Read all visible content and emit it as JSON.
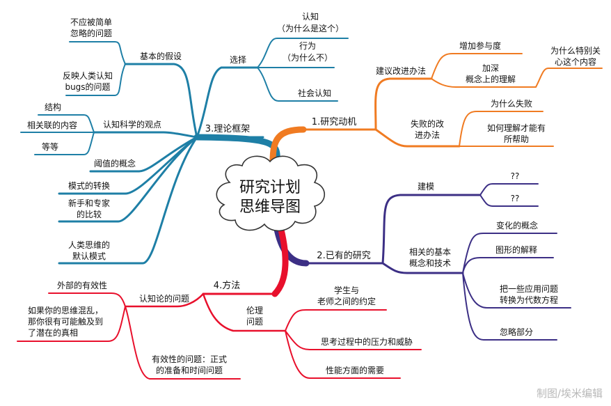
{
  "center": {
    "line1": "研究计划",
    "line2": "思维导图"
  },
  "colors": {
    "teal": "#1e7fa6",
    "orange": "#f07b22",
    "purple": "#3c2f85",
    "red": "#e8102c"
  },
  "branch1": {
    "title": "1.研究动机",
    "sub1": {
      "label": "建议改进办法",
      "items": [
        "增加参与度",
        "加深",
        "概念上的理解",
        "为什么特别关",
        "心这个内容"
      ]
    },
    "sub2": {
      "label1": "失败的改",
      "label2": "进办法",
      "items": [
        "为什么失败",
        "如何理解才能有",
        "所帮助"
      ]
    }
  },
  "branch2": {
    "title": "2.已有的研究",
    "sub1": {
      "label": "建模",
      "items": [
        "??",
        "??"
      ]
    },
    "sub2": {
      "label1": "相关的基本",
      "label2": "概念和技术",
      "items": [
        "变化的概念",
        "图形的解释",
        "把一些应用问题",
        "转换为代数方程",
        "忽略部分"
      ]
    }
  },
  "branch3": {
    "title": "3.理论框架",
    "choice": {
      "label": "选择",
      "items": [
        "认知",
        "（为什么是这个）",
        "行为",
        "（为什么不）",
        "社会认知"
      ]
    },
    "assume": {
      "label": "基本的假设",
      "items": [
        "不应被简单",
        "忽略的问题",
        "反映人类认知",
        "bugs的问题"
      ]
    },
    "cog": {
      "label": "认知科学的观点",
      "items": [
        "结构",
        "相关联的内容",
        "等等"
      ]
    },
    "items": [
      "阈值的概念",
      "模式的转换",
      "新手和专家",
      "的比较",
      "人类思维的",
      "默认模式"
    ]
  },
  "branch4": {
    "title": "4.方法",
    "epis": {
      "label": "认知论的问题",
      "items": [
        "外部的有效性",
        "如果你的思维混乱，",
        "那你很有可能触及到",
        "了潜在的真相"
      ]
    },
    "ethics": {
      "label1": "伦理",
      "label2": "问题",
      "items": [
        "学生与",
        "老师之间的约定",
        "思考过程中的压力和威胁",
        "性能方面的需要"
      ]
    },
    "valid": {
      "items": [
        "有效性的问题：正式",
        "的准备和时间问题"
      ]
    }
  },
  "watermark": "制图/埃米编辑"
}
